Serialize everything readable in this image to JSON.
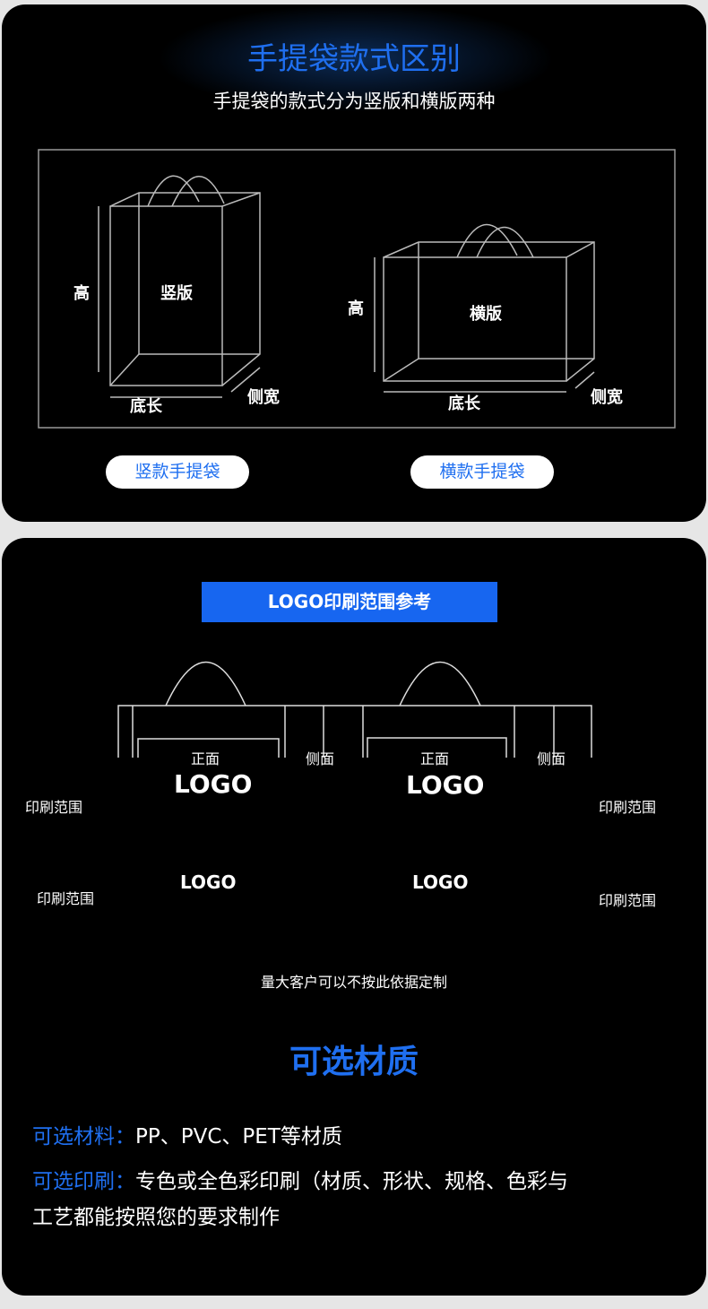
{
  "section1": {
    "title": "手提袋款式区别",
    "subtitle": "手提袋的款式分为竖版和横版两种",
    "vertical": {
      "label": "竖版",
      "height": "高",
      "length": "底长",
      "width": "侧宽",
      "button": "竖款手提袋"
    },
    "horizontal": {
      "label": "横版",
      "height": "高",
      "length": "底长",
      "width": "侧宽",
      "button": "横款手提袋"
    }
  },
  "section2": {
    "banner": "LOGO印刷范围参考",
    "front": "正面",
    "side": "侧面",
    "logo": "LOGO",
    "print_range": "印刷范围",
    "note": "量大客户可以不按此依据定制"
  },
  "section3": {
    "title": "可选材质",
    "material_label": "可选材料：",
    "material_value": "PP、PVC、PET等材质",
    "print_label": "可选印刷：",
    "print_value": "专色或全色彩印刷（材质、形状、规格、色彩与",
    "print_value2": "工艺都能按照您的要求制作"
  }
}
